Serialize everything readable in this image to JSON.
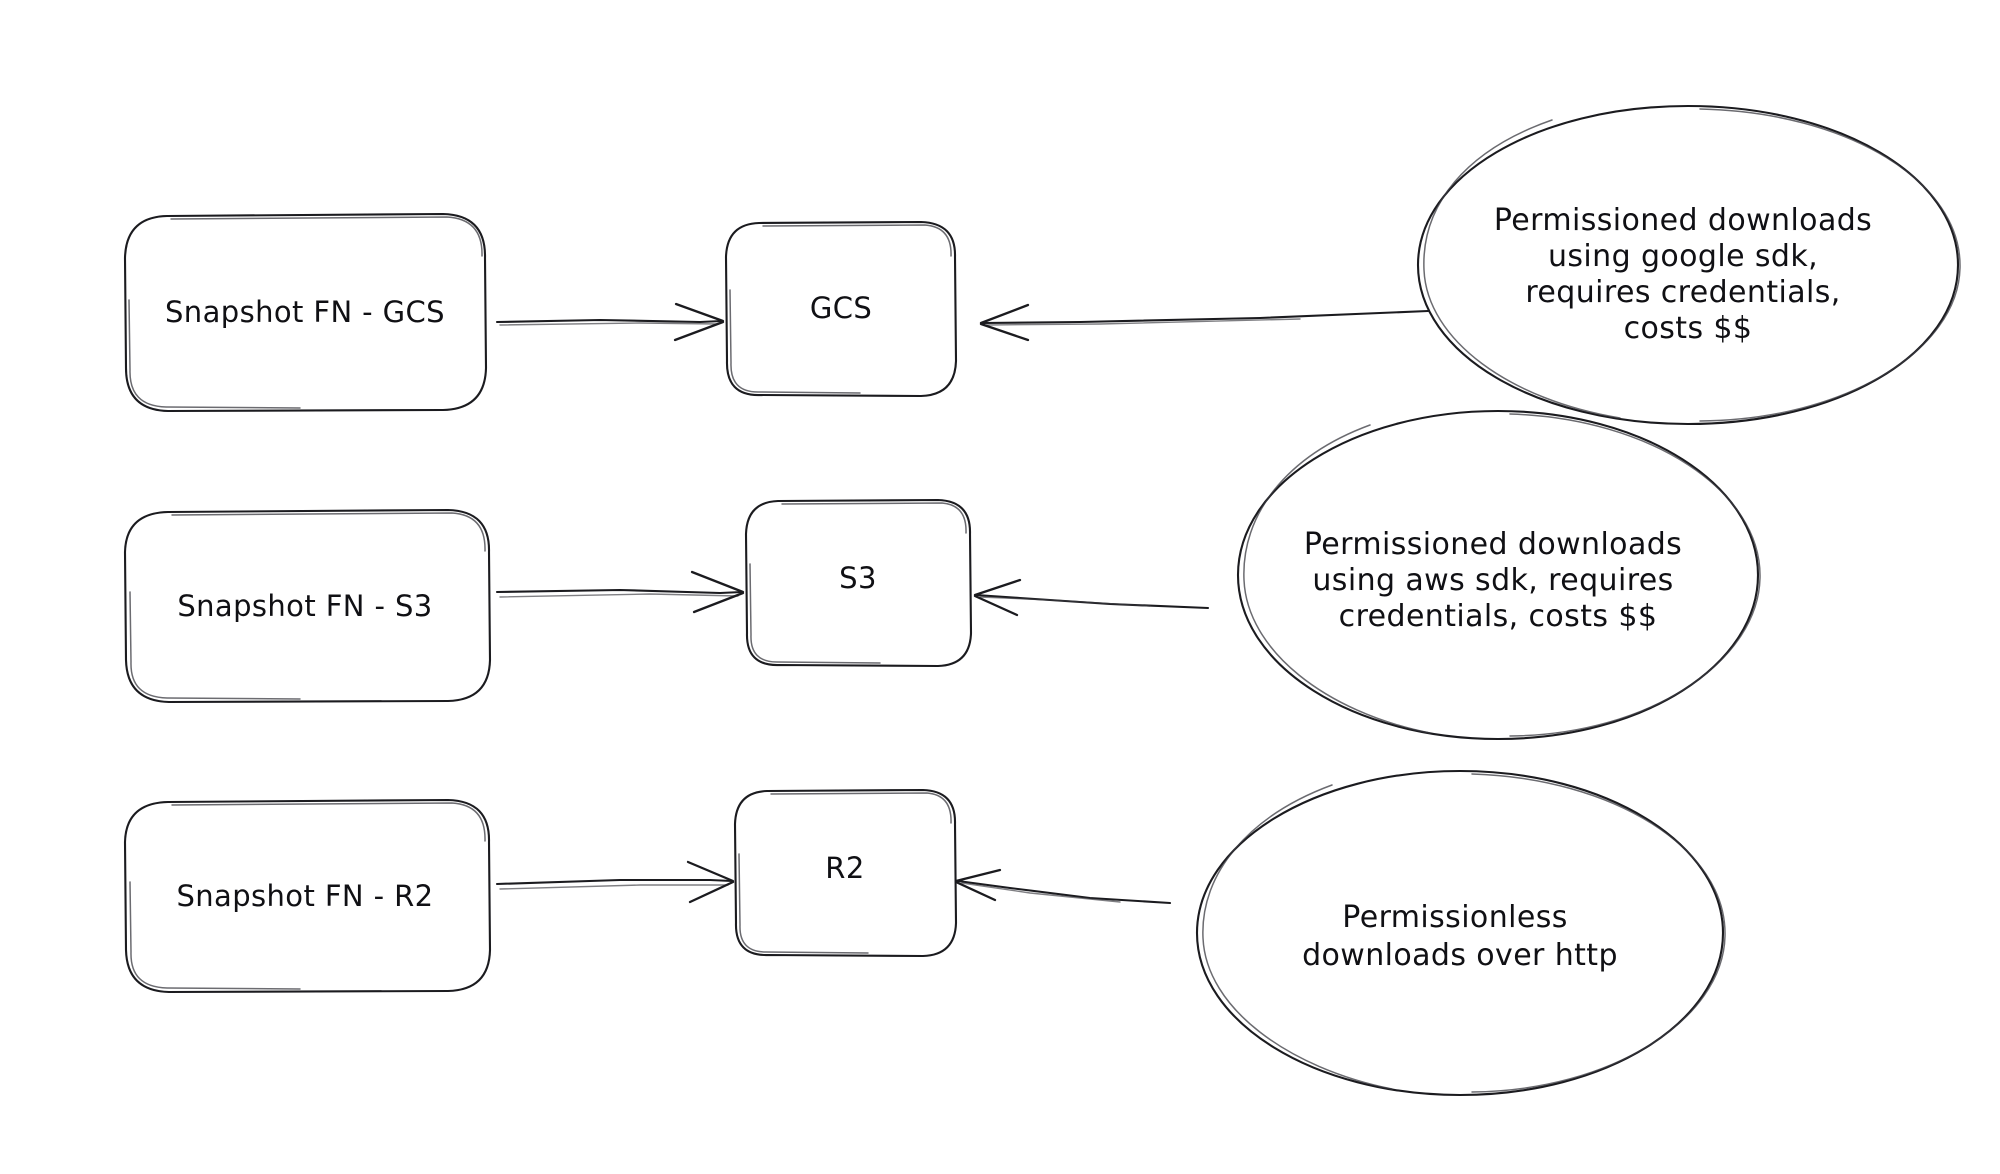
{
  "diagram": {
    "background_color": "#ffffff",
    "stroke_color": "#1b1b1f",
    "text_color": "#101014",
    "style": "hand-drawn sketch",
    "rows": [
      {
        "id": "gcs",
        "source_label": "Snapshot FN - GCS",
        "target_label": "GCS",
        "note_lines": [
          "Permissioned downloads",
          "using google sdk,",
          "requires credentials,",
          "costs $$"
        ]
      },
      {
        "id": "s3",
        "source_label": "Snapshot FN - S3",
        "target_label": "S3",
        "note_lines": [
          "Permissioned downloads",
          "using aws sdk, requires",
          "credentials, costs $$"
        ]
      },
      {
        "id": "r2",
        "source_label": "Snapshot FN - R2",
        "target_label": "R2",
        "note_lines": [
          "Permissionless",
          "downloads over http"
        ]
      }
    ]
  }
}
